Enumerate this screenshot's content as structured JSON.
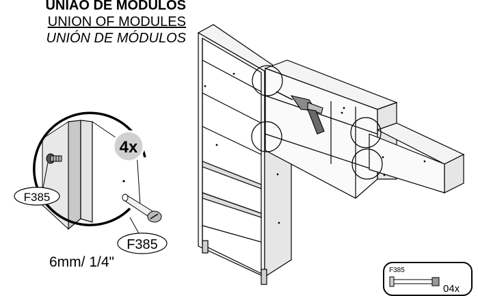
{
  "header": {
    "title_pt": "UNIÃO DE MÓDULOS",
    "title_en": "UNION OF MODULES",
    "title_es": "UNIÓN DE MÓDULOS"
  },
  "detail": {
    "quantity_badge": "4x",
    "part_label_left": "F385",
    "part_label_right": "F385",
    "drill_size": "6mm/ 1/4\""
  },
  "parts_box": {
    "code": "F385",
    "quantity": "04x"
  },
  "icons": [
    "drill-icon",
    "connector-screw-icon"
  ]
}
